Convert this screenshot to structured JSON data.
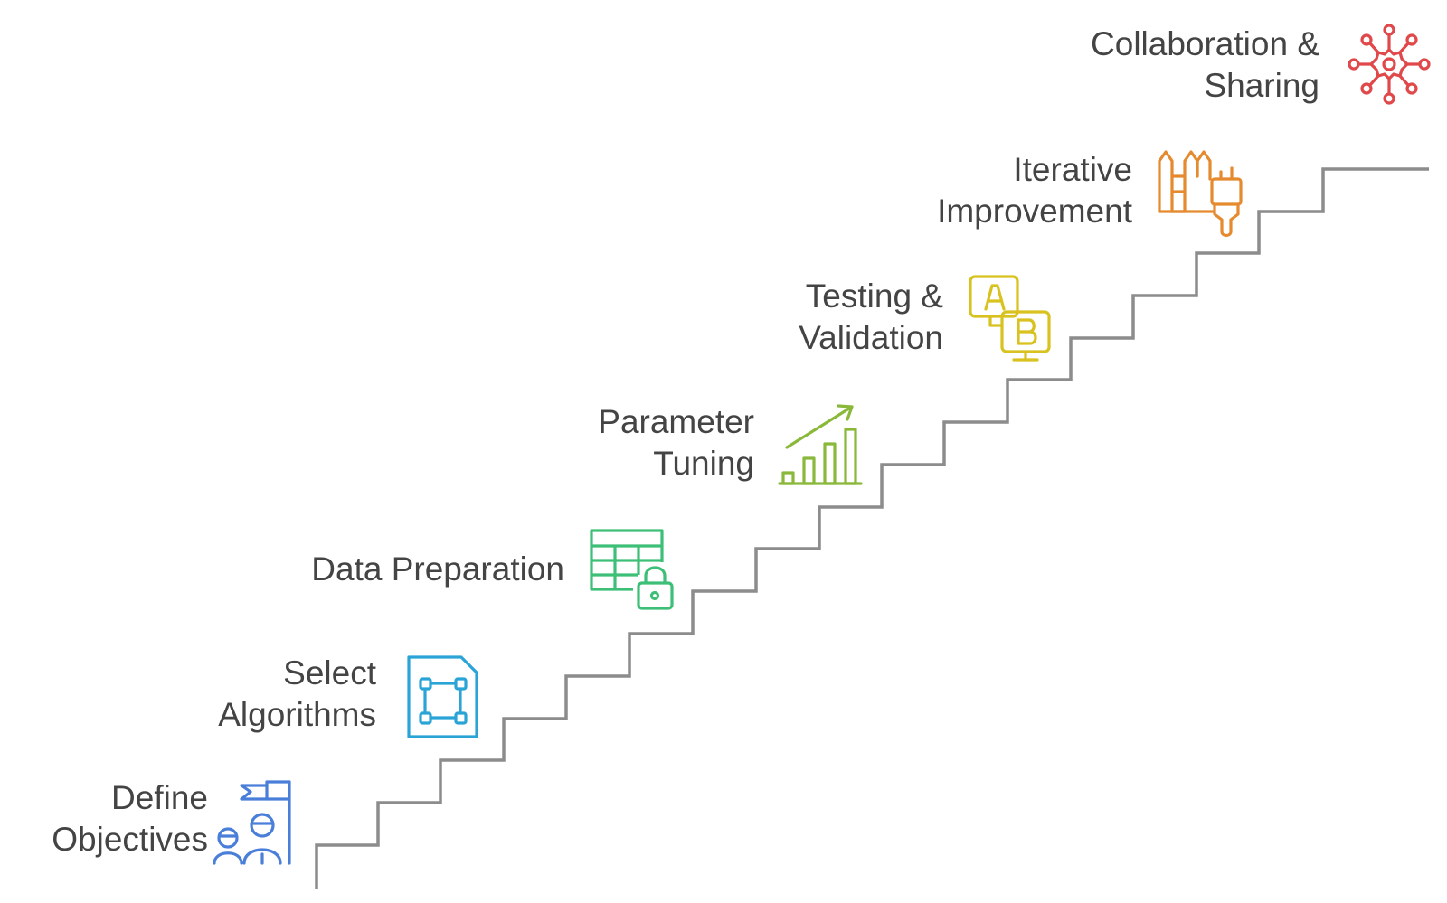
{
  "steps": [
    {
      "lines": [
        "Define",
        "Objectives"
      ],
      "icon": "team-goal-icon",
      "color": "#4a7fd9"
    },
    {
      "lines": [
        "Select",
        "Algorithms"
      ],
      "icon": "algorithm-selection-icon",
      "color": "#2aa3d6"
    },
    {
      "lines": [
        "Data Preparation"
      ],
      "icon": "secure-data-table-icon",
      "color": "#3dbf77"
    },
    {
      "lines": [
        "Parameter",
        "Tuning"
      ],
      "icon": "growth-chart-icon",
      "color": "#8ab83a"
    },
    {
      "lines": [
        "Testing &",
        "Validation"
      ],
      "icon": "ab-testing-icon",
      "color": "#d9c21f"
    },
    {
      "lines": [
        "Iterative",
        "Improvement"
      ],
      "icon": "build-refine-icon",
      "color": "#e58a2e"
    },
    {
      "lines": [
        "Collaboration &",
        "Sharing"
      ],
      "icon": "network-hub-icon",
      "color": "#e0484a"
    }
  ],
  "staircase_color": "#8c8c8c"
}
